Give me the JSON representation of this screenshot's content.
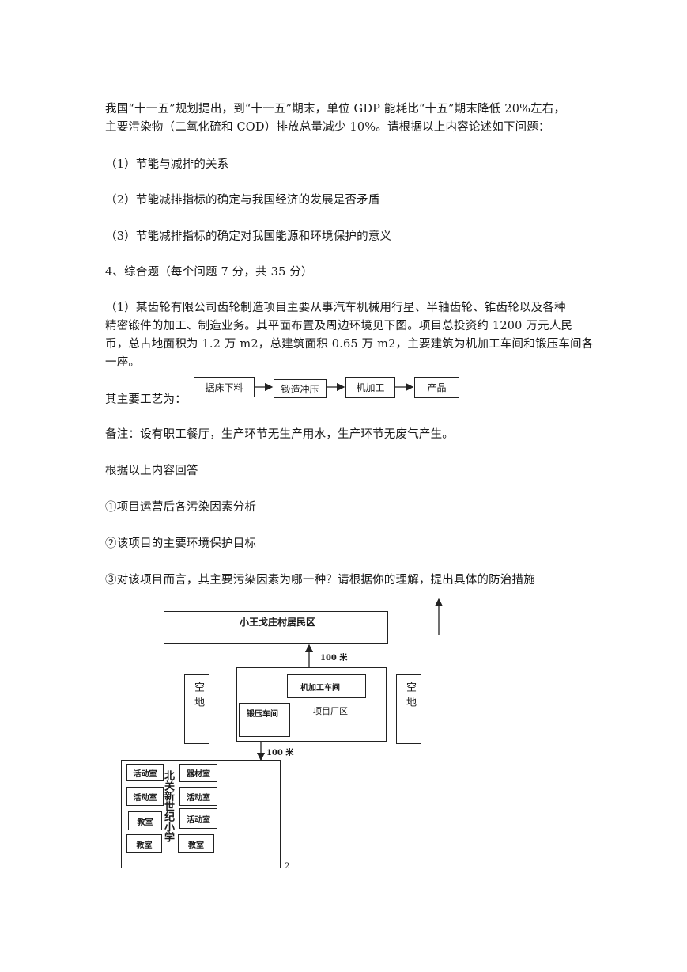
{
  "intro": {
    "line1": "我国“十一五”规划提出，到“十一五”期末，单位 GDP 能耗比“十五”期末降低 20%左右，",
    "line2": "主要污染物（二氧化硫和 COD）排放总量减少 10%。请根据以上内容论述如下问题："
  },
  "questions": [
    "（1）节能与减排的关系",
    "（2）节能减排指标的确定与我国经济的发展是否矛盾",
    "（3）节能减排指标的确定对我国能源和环境保护的意义"
  ],
  "section4": {
    "heading": "4、综合题（每个问题 7 分，共 35 分）",
    "case_lines": [
      "（1）某齿轮有限公司齿轮制造项目主要从事汽车机械用行星、半轴齿轮、锥齿轮以及各种",
      "精密锻件的加工、制造业务。其平面布置及周边环境见下图。项目总投资约 1200 万元人民",
      "币，总占地面积为 1.2 万 m2，总建筑面积 0.65 万 m2，主要建筑为机加工车间和锻压车间各",
      "一座。"
    ],
    "process_label": "其主要工艺为：",
    "process_steps": [
      "据床下料",
      "锻造冲压",
      "机加工",
      "产品"
    ],
    "note": "备注：设有职工餐厅，生产环节无生产用水，生产环节无废气产生。",
    "answer_intro": "根据以上内容回答",
    "sub_questions": [
      "①项目运营后各污染因素分析",
      "②该项目的主要环境保护目标",
      "③对该项目而言，其主要污染因素为哪一种？请根据你的理解，提出具体的防治措施"
    ]
  },
  "layout_map": {
    "village": "小王戈庄村居民区",
    "distance_north": "100 米",
    "distance_south": "100 米",
    "vacant_left": "空地",
    "vacant_right": "空地",
    "factory_label": "项目厂区",
    "machining_workshop": "机加工车间",
    "forging_workshop": "锻压车间",
    "school_name": "北关新世纪小学",
    "school_rooms_left": [
      "活动室",
      "活动室",
      "教室",
      "教室"
    ],
    "school_rooms_right": [
      "器材室",
      "活动室",
      "活动室",
      "教室"
    ],
    "dash_mark": "–",
    "page_mark": "2"
  }
}
